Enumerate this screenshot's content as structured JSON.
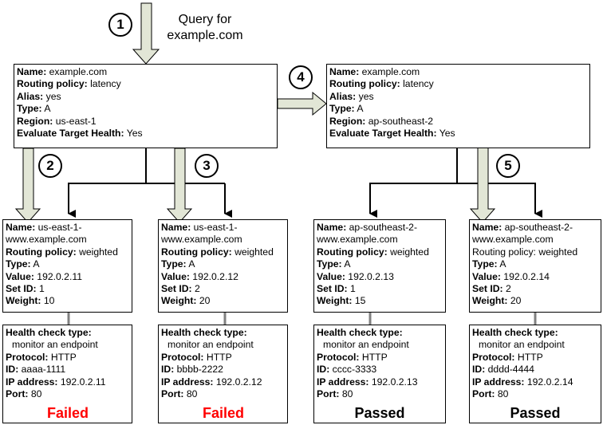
{
  "query": {
    "line1": "Query for",
    "line2": "example.com"
  },
  "steps": [
    "1",
    "2",
    "3",
    "4",
    "5"
  ],
  "top_records": [
    {
      "name_label": "Name:",
      "name": "example.com",
      "routing_label": "Routing policy:",
      "routing": "latency",
      "alias_label": "Alias:",
      "alias": "yes",
      "type_label": "Type:",
      "type": "A",
      "region_label": "Region:",
      "region": "us-east-1",
      "eth_label": "Evaluate Target Health:",
      "eth": "Yes"
    },
    {
      "name_label": "Name:",
      "name": "example.com",
      "routing_label": "Routing policy:",
      "routing": "latency",
      "alias_label": "Alias:",
      "alias": "yes",
      "type_label": "Type:",
      "type": "A",
      "region_label": "Region:",
      "region": "ap-southeast-2",
      "eth_label": "Evaluate Target Health:",
      "eth": "Yes"
    }
  ],
  "records": [
    {
      "name_label": "Name:",
      "name_a": "us-east-1-",
      "name_b": "www.example.com",
      "routing_label": "Routing policy:",
      "routing": "weighted",
      "type_label": "Type:",
      "type": "A",
      "value_label": "Value:",
      "value": "192.0.2.11",
      "setid_label": "Set ID:",
      "setid": "1",
      "weight_label": "Weight:",
      "weight": "10"
    },
    {
      "name_label": "Name:",
      "name_a": "us-east-1-",
      "name_b": "www.example.com",
      "routing_label": "Routing policy:",
      "routing": "weighted",
      "type_label": "Type:",
      "type": "A",
      "value_label": "Value:",
      "value": "192.0.2.12",
      "setid_label": "Set ID:",
      "setid": "2",
      "weight_label": "Weight:",
      "weight": "20"
    },
    {
      "name_label": "Name:",
      "name_a": "ap-southeast-2-",
      "name_b": "www.example.com",
      "routing_label": "Routing policy:",
      "routing": "weighted",
      "type_label": "Type:",
      "type": "A",
      "value_label": "Value:",
      "value": "192.0.2.13",
      "setid_label": "Set ID:",
      "setid": "1",
      "weight_label": "Weight:",
      "weight": "15"
    },
    {
      "name_label": "Name:",
      "name_a": "ap-southeast-2-",
      "name_b": "www.example.com",
      "routing_label": "Routing policy:",
      "routing": "weighted",
      "type_label": "Type:",
      "type": "A",
      "value_label": "Value:",
      "value": "192.0.2.14",
      "setid_label": "Set ID:",
      "setid": "2",
      "weight_label": "Weight:",
      "weight": "20"
    }
  ],
  "health_checks": [
    {
      "type_label": "Health check type:",
      "type": "monitor an endpoint",
      "protocol_label": "Protocol:",
      "protocol": "HTTP",
      "id_label": "ID:",
      "id": "aaaa-1111",
      "ip_label": "IP address:",
      "ip": "192.0.2.11",
      "port_label": "Port:",
      "port": "80",
      "status": "Failed",
      "status_color": "#ff0000"
    },
    {
      "type_label": "Health check type:",
      "type": "monitor an endpoint",
      "protocol_label": "Protocol:",
      "protocol": "HTTP",
      "id_label": "ID:",
      "id": "bbbb-2222",
      "ip_label": "IP address:",
      "ip": "192.0.2.12",
      "port_label": "Port:",
      "port": "80",
      "status": "Failed",
      "status_color": "#ff0000"
    },
    {
      "type_label": "Health check type:",
      "type": "monitor an endpoint",
      "protocol_label": "Protocol:",
      "protocol": "HTTP",
      "id_label": "ID:",
      "id": "cccc-3333",
      "ip_label": "IP address:",
      "ip": "192.0.2.13",
      "port_label": "Port:",
      "port": "80",
      "status": "Passed",
      "status_color": "#000000"
    },
    {
      "type_label": "Health check type:",
      "type": "monitor an endpoint",
      "protocol_label": "Protocol:",
      "protocol": "HTTP",
      "id_label": "ID:",
      "id": "dddd-4444",
      "ip_label": "IP address:",
      "ip": "192.0.2.14",
      "port_label": "Port:",
      "port": "80",
      "status": "Passed",
      "status_color": "#000000"
    }
  ],
  "colors": {
    "arrow_fill": "#e2e6d6",
    "failed": "#ff0000",
    "passed": "#000000"
  }
}
